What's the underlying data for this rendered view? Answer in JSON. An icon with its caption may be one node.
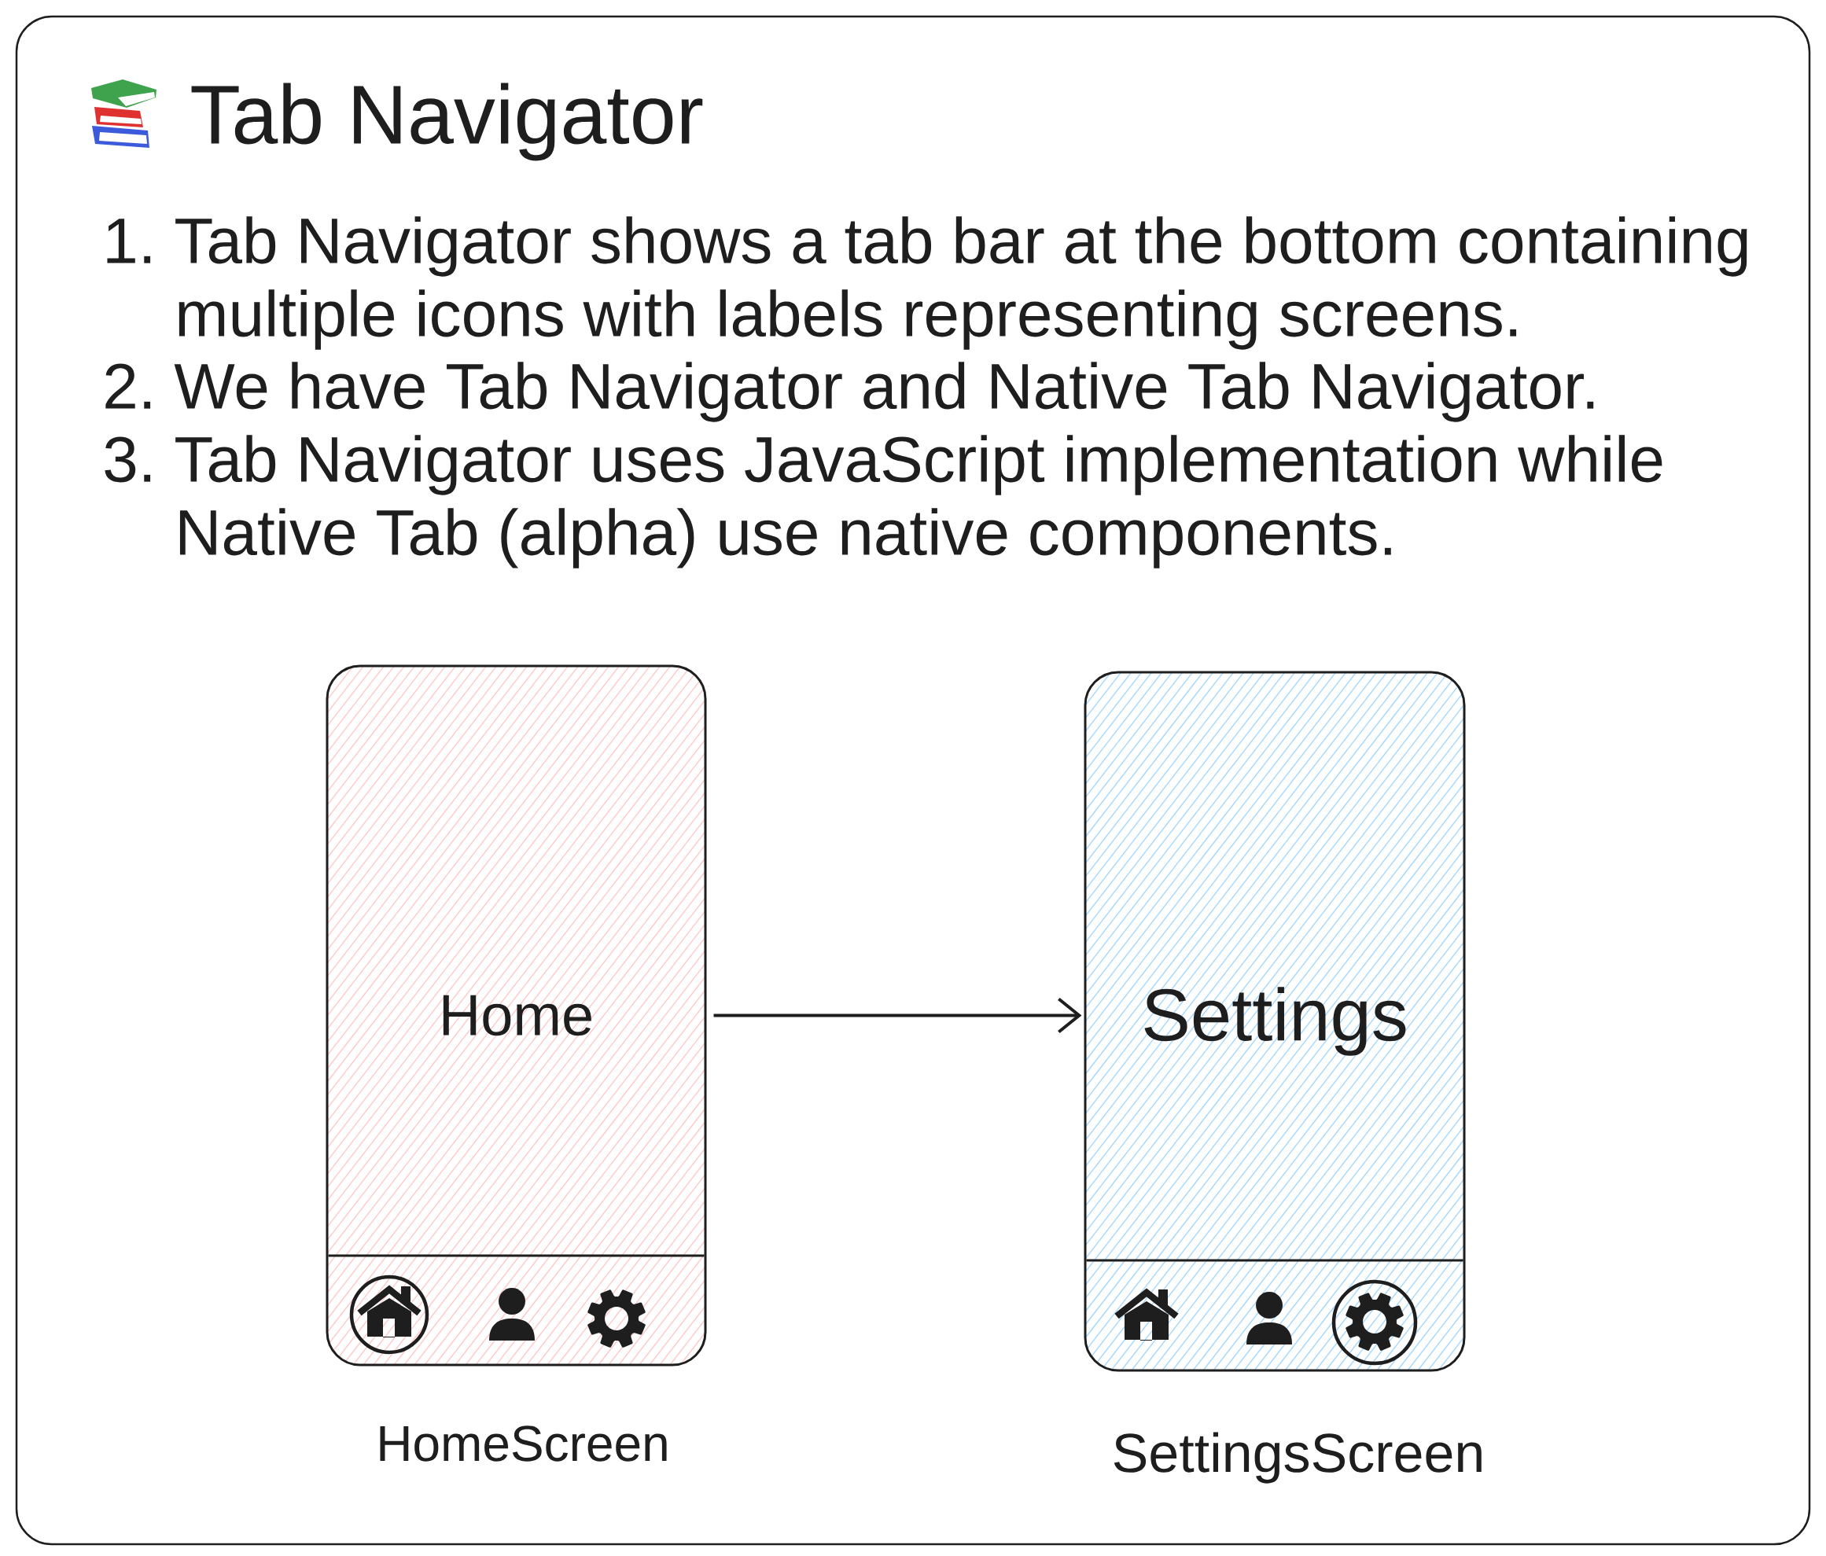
{
  "diagram": {
    "title": "Tab Navigator",
    "nodes": [
      {
        "text": [
          "Home"
        ],
        "beside": [
          "HomeScreen"
        ]
      },
      {
        "text": [
          "Settings"
        ],
        "beside": [
          "SettingsScreen"
        ]
      }
    ],
    "edges": [
      {
        "from": 0,
        "to": 1,
        "arrow": "to"
      }
    ],
    "labels": [
      "1. Tab Navigator shows a tab bar at the bottom containing multiple icons with labels representing screens.",
      "2. We have Tab Navigator and Native Tab Navigator.",
      "3. Tab Navigator uses JavaScript implementation while Native Tab (alpha) use native components."
    ]
  }
}
